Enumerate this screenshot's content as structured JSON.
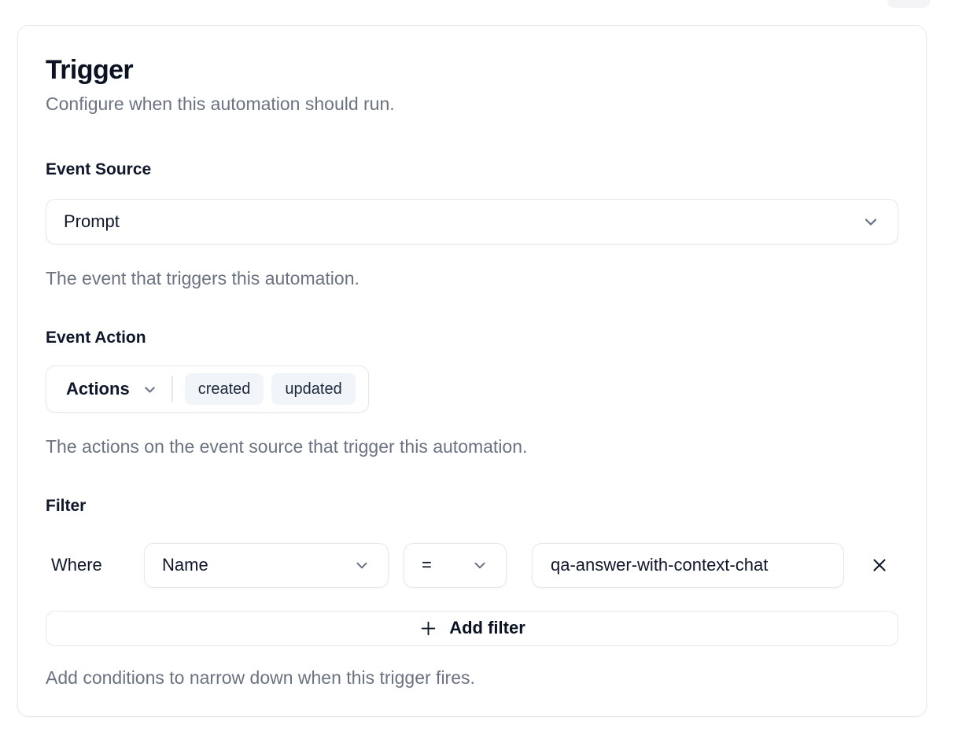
{
  "page": {
    "title": "Trigger",
    "subtitle": "Configure when this automation should run."
  },
  "event_source": {
    "label": "Event Source",
    "selected_value": "Prompt",
    "helper": "The event that triggers this automation."
  },
  "event_action": {
    "label": "Event Action",
    "dropdown_label": "Actions",
    "selected_actions": [
      "created",
      "updated"
    ],
    "helper": "The actions on the event source that trigger this automation."
  },
  "filter": {
    "label": "Filter",
    "where_label": "Where",
    "rows": [
      {
        "field": "Name",
        "operator": "=",
        "value": "qa-answer-with-context-chat"
      }
    ],
    "add_filter_label": "Add filter",
    "helper": "Add conditions to narrow down when this trigger fires."
  },
  "icons": {
    "chevron_down": "chevron-down",
    "plus": "plus",
    "close": "close-x"
  },
  "colors": {
    "text_primary": "#0f172a",
    "text_muted": "#6b7280",
    "border": "#e4e7ec",
    "pill_background": "#f1f5f9",
    "icon_gray": "#667085"
  }
}
